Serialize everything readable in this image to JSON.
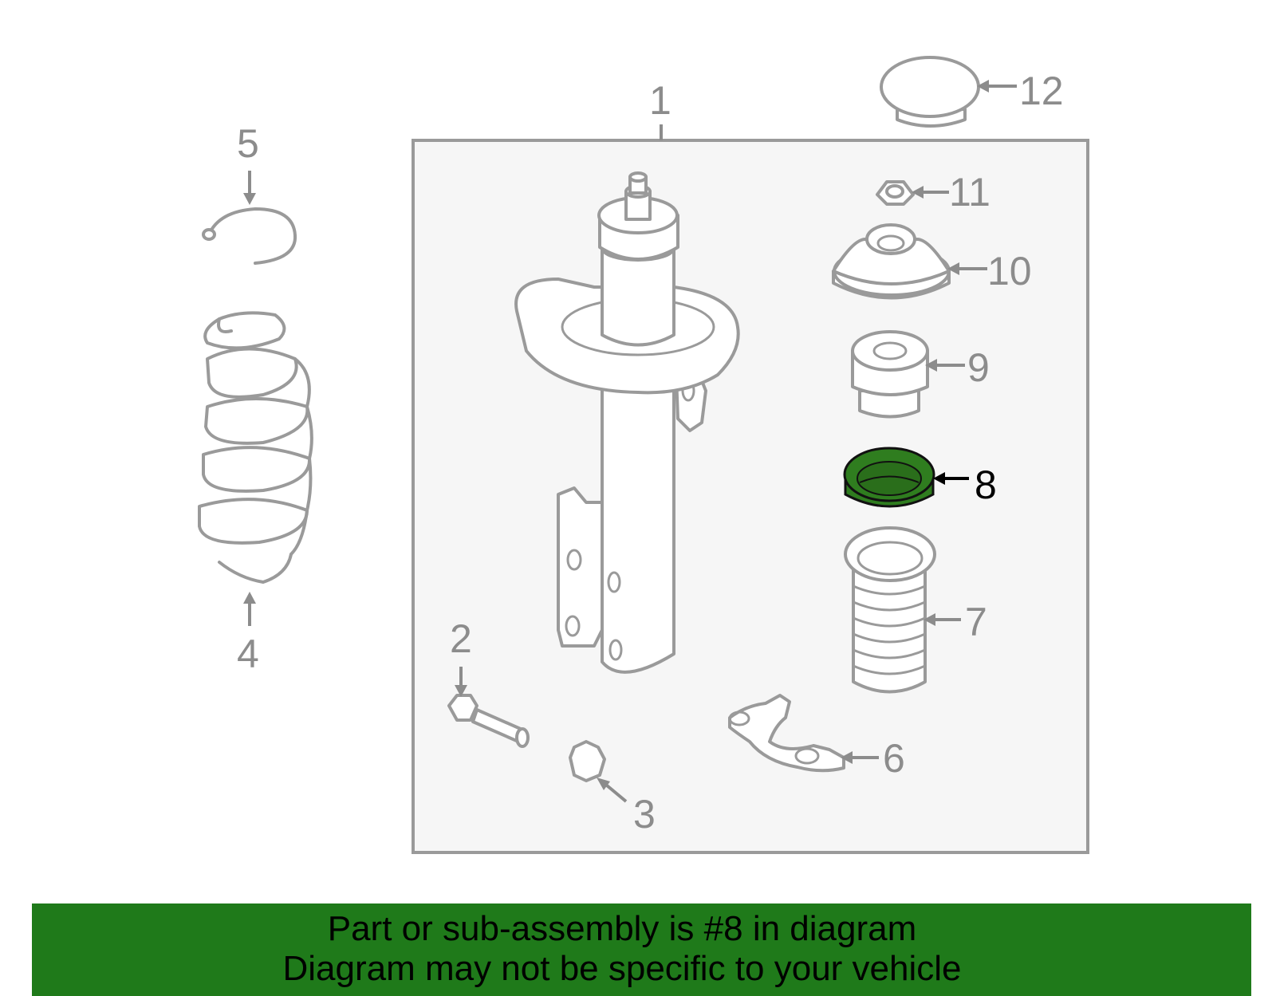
{
  "labels": {
    "p1": "1",
    "p2": "2",
    "p3": "3",
    "p4": "4",
    "p5": "5",
    "p6": "6",
    "p7": "7",
    "p8": "8",
    "p9": "9",
    "p10": "10",
    "p11": "11",
    "p12": "12"
  },
  "highlighted_part": "8",
  "colors": {
    "highlight": "#2f7d1f",
    "banner": "#1f7a1a",
    "line": "#9a9a9a",
    "box_fill": "#f6f6f6"
  },
  "banner": {
    "line1": "Part or sub-assembly is #8 in diagram",
    "line2": "Diagram may not be specific to your vehicle"
  }
}
